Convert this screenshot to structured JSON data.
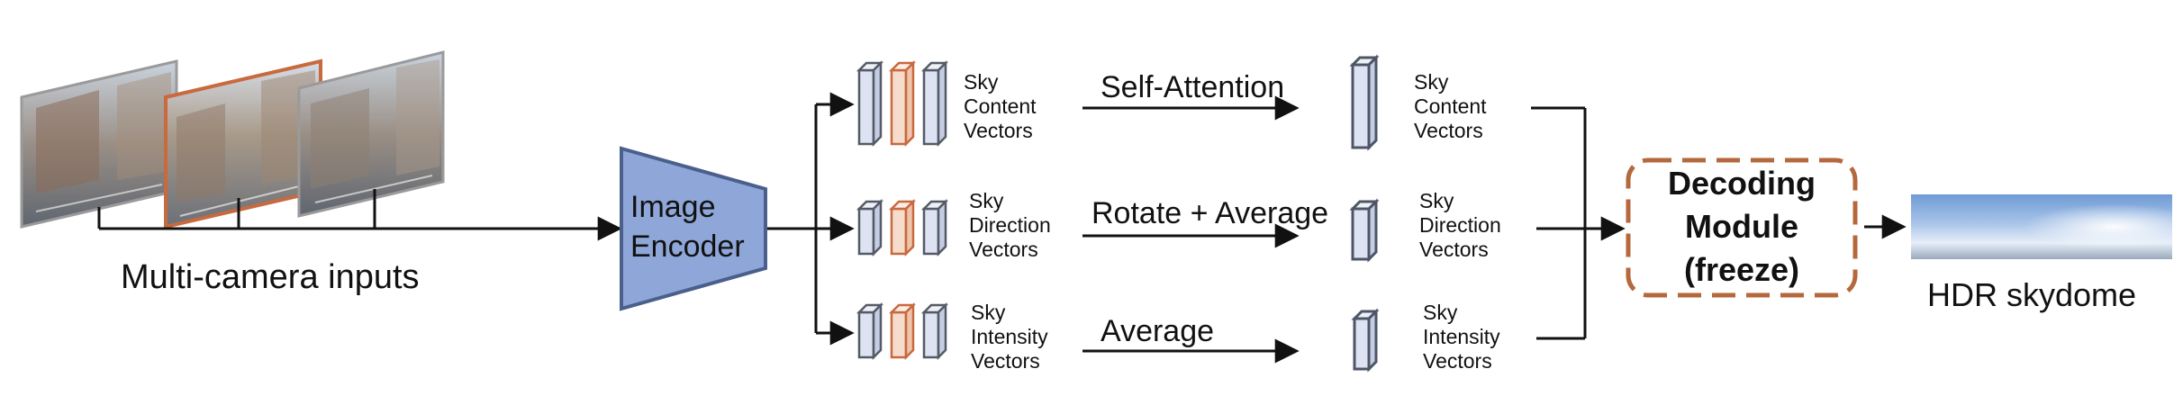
{
  "inputs": {
    "caption": "Multi-camera inputs"
  },
  "encoder": {
    "line1": "Image",
    "line2": "Encoder"
  },
  "branches": [
    {
      "id": "content",
      "sky": "Sky",
      "kind": "Content",
      "vec": "Vectors",
      "op": "Self-Attention"
    },
    {
      "id": "direction",
      "sky": "Sky",
      "kind": "Direction",
      "vec": "Vectors",
      "op": "Rotate + Average"
    },
    {
      "id": "intensity",
      "sky": "Sky",
      "kind": "Intensity",
      "vec": "Vectors",
      "op": "Average"
    }
  ],
  "decoder": {
    "line1": "Decoding",
    "line2": "Module",
    "line3": "(freeze)"
  },
  "output": {
    "caption": "HDR skydome"
  },
  "colors": {
    "encoder_fill": "#8ea6d8",
    "encoder_stroke": "#4a5f8c",
    "decoder_border": "#b5683c",
    "highlight_frame": "#c8693e",
    "vector_fill_blue": "#dde3f2",
    "vector_fill_orange": "#f6dccd",
    "vector_stroke": "#555b66"
  }
}
